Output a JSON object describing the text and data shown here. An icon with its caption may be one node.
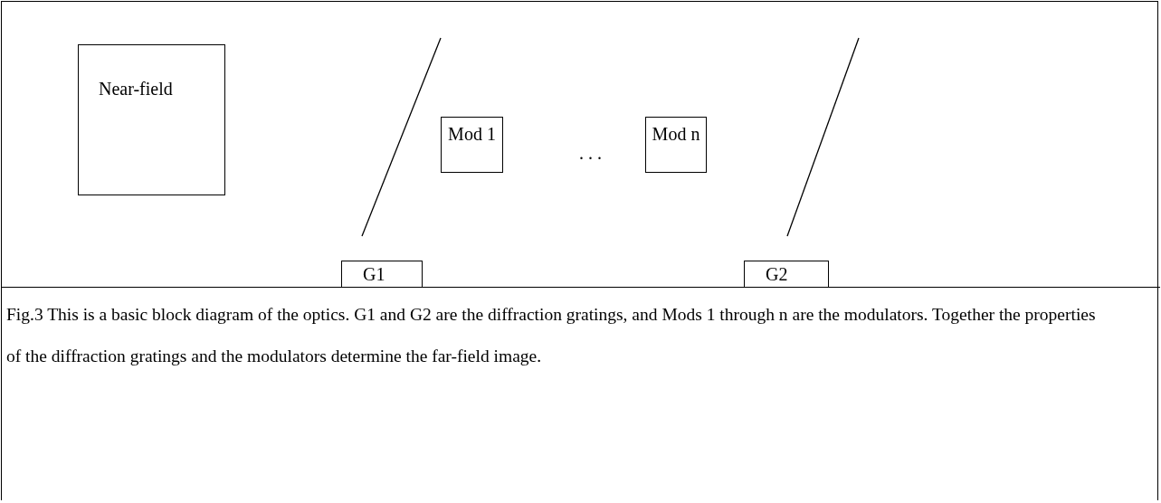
{
  "diagram": {
    "caption": "Fig.3 This is a basic block diagram of the optics. G1 and G2 are the diffraction gratings, and Mods 1 through n are the modulators. Together the properties of the diffraction gratings and the modulators determine the far-field image.",
    "nodes": [
      {
        "text": [
          "Near-field"
        ]
      },
      {
        "text": [
          "Mod 1"
        ]
      },
      {
        "text": [
          "Mod n"
        ]
      },
      {
        "text": [
          "G1"
        ]
      },
      {
        "text": [
          "G2"
        ]
      }
    ],
    "labels": [
      ". . ."
    ]
  }
}
